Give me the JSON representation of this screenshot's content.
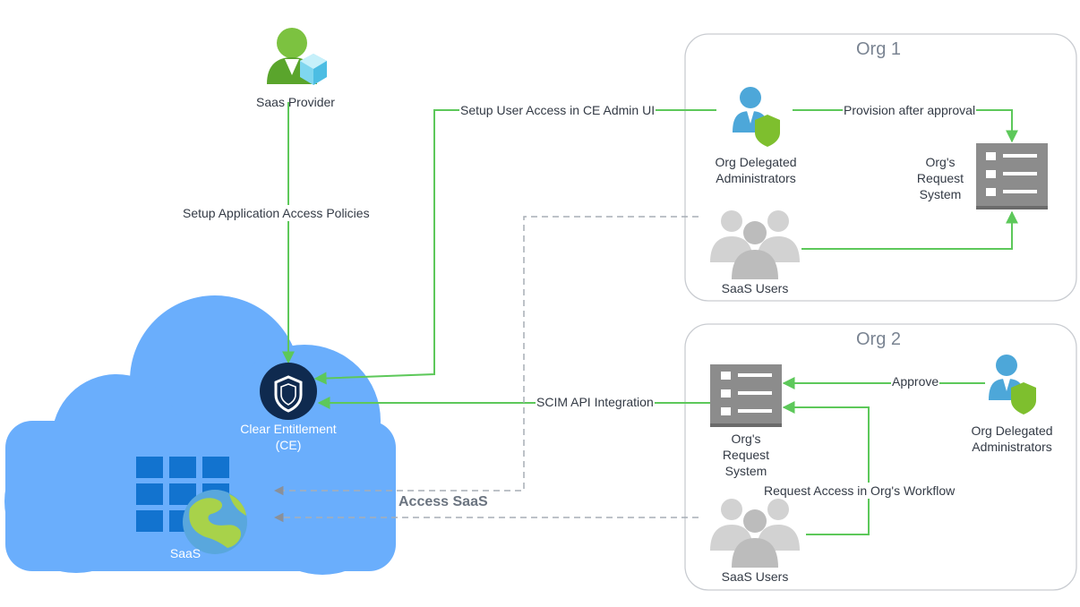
{
  "orgs": [
    {
      "title": "Org 1"
    },
    {
      "title": "Org 2"
    }
  ],
  "actors": {
    "saas_provider": "Saas Provider",
    "org1_admins": "Org Delegated\nAdministrators",
    "org1_request_system": "Org's\nRequest\nSystem",
    "org1_users": "SaaS Users",
    "org2_request_system": "Org's\nRequest\nSystem",
    "org2_admins": "Org Delegated\nAdministrators",
    "org2_users": "SaaS Users"
  },
  "cloud": {
    "ce_label": "Clear Entitlement\n(CE)",
    "saas_label": "SaaS"
  },
  "edges": {
    "setup_policies": "Setup Application Access Policies",
    "setup_user_access": "Setup User Access in CE Admin UI",
    "provision": "Provision after approval",
    "scim": "SCIM API Integration",
    "approve": "Approve",
    "request_access": "Request Access in Org's Workflow",
    "access_saas": "Access SaaS"
  },
  "colors": {
    "cloud": "#6aaefc",
    "arrow_green": "#5dc85a",
    "dashed_gray": "#a7adb5",
    "ce_badge": "#0f2a4f",
    "server_gray": "#8c8c8c",
    "users_gray": "#c9c9c9",
    "admin_blue": "#4da7d9",
    "shield_green": "#7ebf2e",
    "grid_blue": "#1273cf"
  }
}
